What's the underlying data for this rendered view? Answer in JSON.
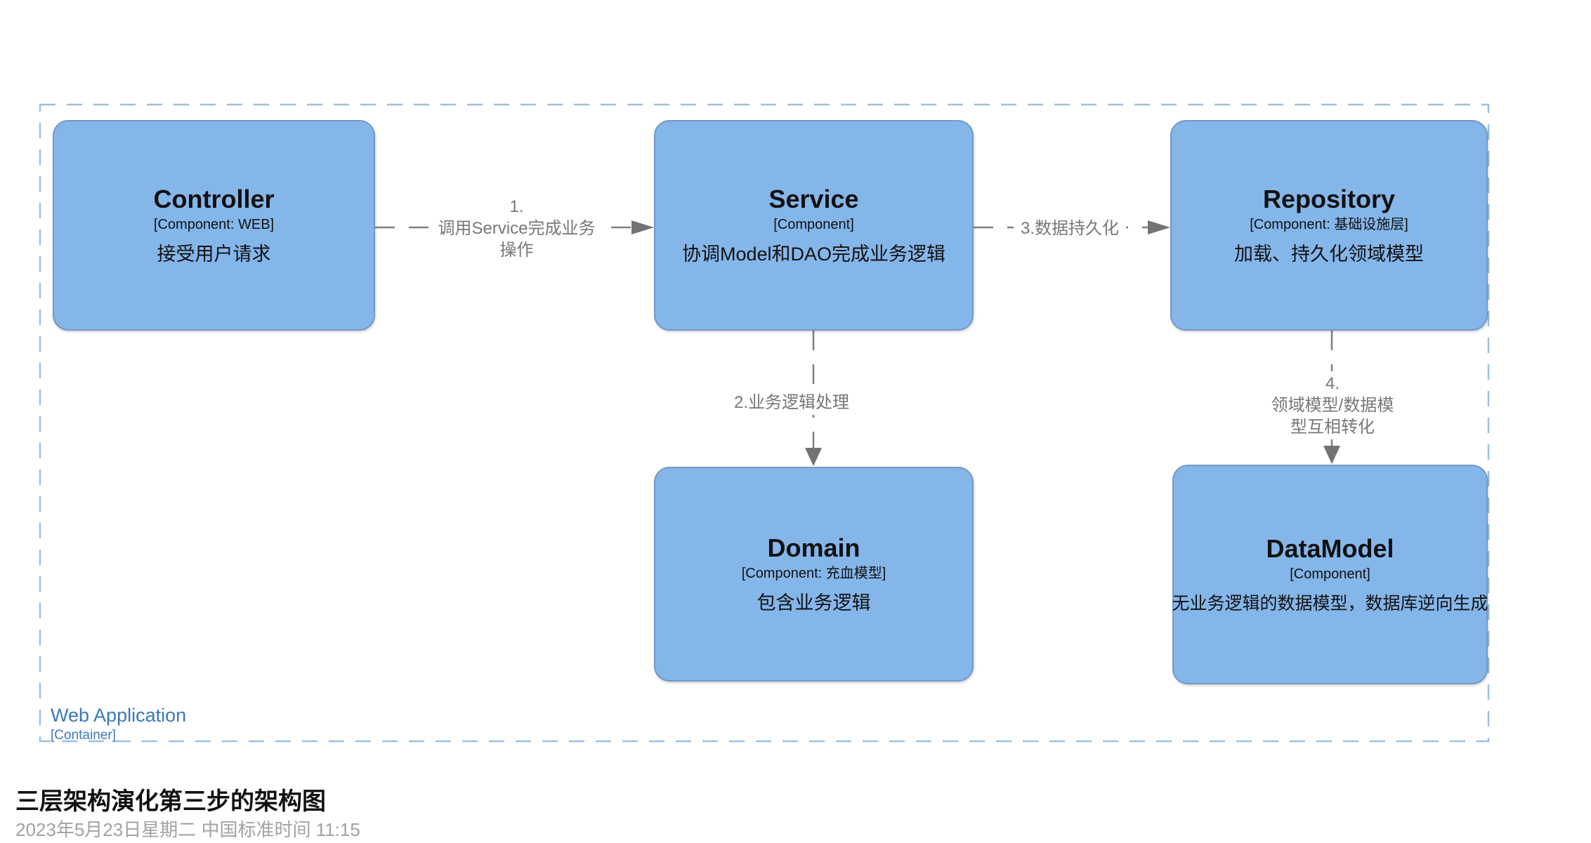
{
  "diagram": {
    "kind": "c4-component-diagram",
    "boundary": {
      "name": "Web Application",
      "type_label": "[Container]"
    },
    "components": [
      {
        "id": "controller",
        "title": "Controller",
        "meta": "[Component: WEB]",
        "desc": "接受用户请求"
      },
      {
        "id": "service",
        "title": "Service",
        "meta": "[Component]",
        "desc": "协调Model和DAO完成业务逻辑"
      },
      {
        "id": "repository",
        "title": "Repository",
        "meta": "[Component: 基础设施层]",
        "desc": "加载、持久化领域模型"
      },
      {
        "id": "domain",
        "title": "Domain",
        "meta": "[Component: 充血模型]",
        "desc": "包含业务逻辑"
      },
      {
        "id": "datamodel",
        "title": "DataModel",
        "meta": "[Component]",
        "desc": "无业务逻辑的数据模型，数据库逆向生成"
      }
    ],
    "relationships": [
      {
        "id": "rel1",
        "from": "Controller",
        "to": "Service",
        "number": "1.",
        "label": "调用Service完成业务操作"
      },
      {
        "id": "rel2",
        "from": "Service",
        "to": "Domain",
        "number": "",
        "label": "2.业务逻辑处理"
      },
      {
        "id": "rel3",
        "from": "Service",
        "to": "Repository",
        "number": "",
        "label": "3.数据持久化"
      },
      {
        "id": "rel4",
        "from": "Repository",
        "to": "DataModel",
        "number": "4.",
        "label": "领域模型/数据模型互相转化"
      }
    ]
  },
  "footer": {
    "title": "三层架构演化第三步的架构图",
    "timestamp": "2023年5月23日星期二 中国标准时间 11:15"
  },
  "colors": {
    "node_fill": "#85B6EA",
    "node_border": "#7299C7",
    "boundary_dash": "#9CC0E4",
    "boundary_label": "#3B78BA",
    "connector": "#808080",
    "arrowhead": "#737373",
    "relationship_text": "#777777",
    "footer_title": "#111111",
    "footer_subtitle": "#A2A2A2"
  }
}
